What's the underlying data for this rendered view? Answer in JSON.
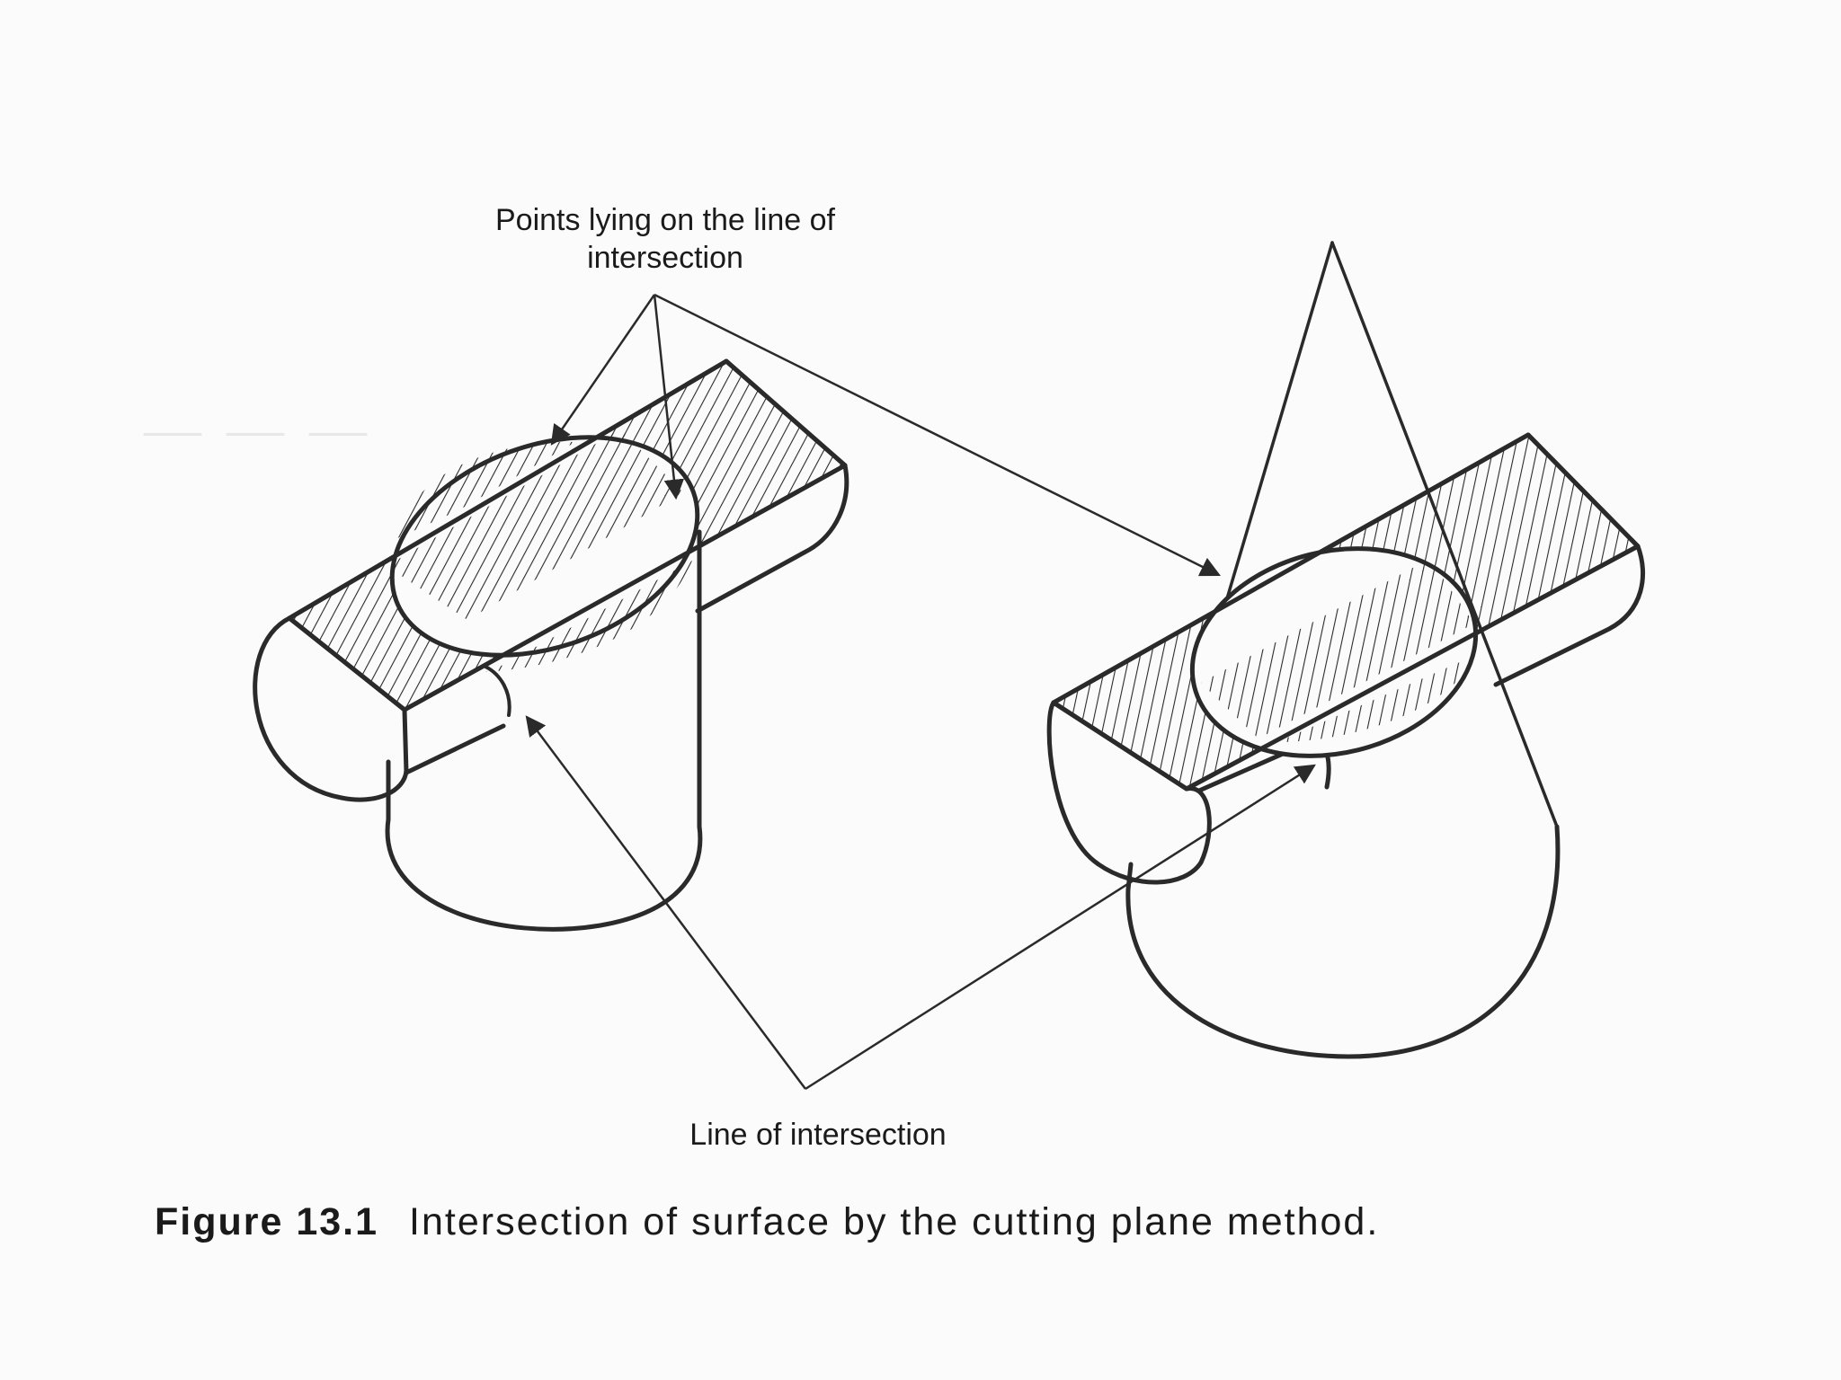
{
  "figure": {
    "number": "Figure 13.1",
    "caption": "Intersection of surface by the cutting plane method."
  },
  "labels": {
    "points_label_line1": "Points lying on the line of",
    "points_label_line2": "intersection",
    "line_label": "Line of intersection"
  },
  "colors": {
    "ink": "#2a2a2a",
    "paper": "#fbfbfb"
  }
}
